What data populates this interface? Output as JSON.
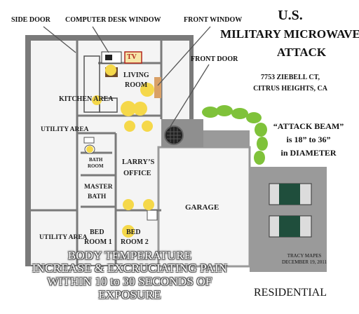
{
  "title": {
    "line1": "U.S.",
    "line2": "MILITARY MICROWAVE",
    "line3": "ATTACK"
  },
  "address": {
    "line1": "7753 ZIEBELL CT,",
    "line2": "CITRUS HEIGHTS, CA"
  },
  "beam_note": {
    "line1": "“ATTACK BEAM”",
    "line2": "is 18” to 36”",
    "line3": "in DIAMETER"
  },
  "callouts": {
    "side_door": "SIDE DOOR",
    "computer_desk_window": "COMPUTER DESK WINDOW",
    "front_window": "FRONT WINDOW",
    "front_door": "FRONT DOOR"
  },
  "rooms": {
    "tv": "TV",
    "living_room_1": "LIVING",
    "living_room_2": "ROOM",
    "kitchen": "KITCHEN AREA",
    "utility_area_top": "UTILITY AREA",
    "bath_room_1": "BATH",
    "bath_room_2": "ROOM",
    "larrys_office_1": "LARRY’S",
    "larrys_office_2": "OFFICE",
    "master_bath_1": "MASTER",
    "master_bath_2": "BATH",
    "garage": "GARAGE",
    "utility_area_bottom": "UTILITY AREA",
    "bed_room_1_a": "BED",
    "bed_room_1_b": "ROOM 1",
    "bed_room_2_a": "BED",
    "bed_room_2_b": "ROOM 2"
  },
  "credit": {
    "line1": "TRACY MAPES",
    "line2": "DECEMBER 19, 2011"
  },
  "residential": "RESIDENTIAL",
  "warning": {
    "line1": "BODY TEMPERATURE",
    "line2": "INCREASE & EXCRUCIATING PAIN",
    "line3": "WITHIN 10 to 30 SECONDS OF",
    "line4": "EXPOSURE"
  },
  "colors": {
    "wall": "#8c8c8c",
    "attack_spot": "#f5d84a",
    "tv_red": "#b3261e",
    "shrub": "#7fc23a"
  }
}
